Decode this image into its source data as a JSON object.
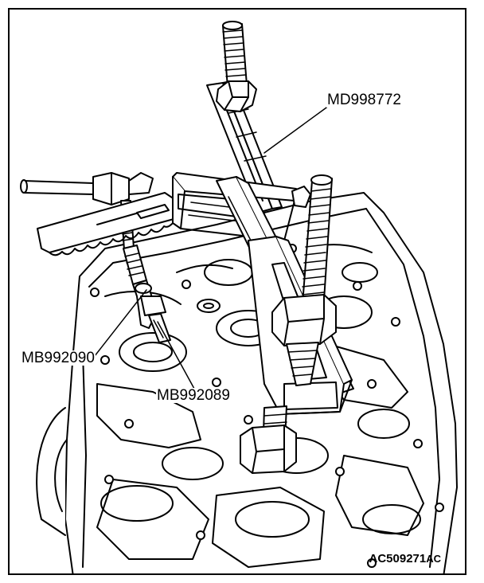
{
  "labels": {
    "tool_top": "MD998772",
    "tool_left": "MB992090",
    "tool_mid": "MB992089"
  },
  "reference": {
    "code": "AC509271",
    "suffix": "AC"
  },
  "colors": {
    "line": "#000000",
    "background": "#ffffff"
  }
}
